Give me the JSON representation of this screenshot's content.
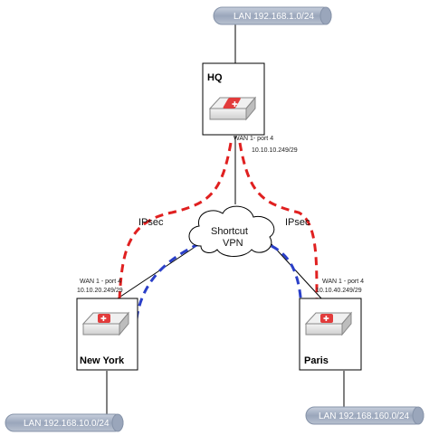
{
  "lans": {
    "hq": "LAN 192.168.1.0/24",
    "new_york": "LAN 192.168.10.0/24",
    "paris": "LAN 192.168.160.0/24"
  },
  "sites": {
    "hq": "HQ",
    "new_york": "New York",
    "paris": "Paris"
  },
  "wan": {
    "hq_port": "WAN 1- port 4",
    "hq_ip": "10.10.10.249/29",
    "ny_port": "WAN 1 - port 4",
    "ny_ip": "10.10.20.249/29",
    "paris_port": "WAN 1 - port 4",
    "paris_ip": "10.10.40.249/29"
  },
  "tunnels": {
    "ipsec_left": "IPsec",
    "ipsec_right": "IPsec"
  },
  "cloud": {
    "line1": "Shortcut",
    "line2": "VPN"
  },
  "colors": {
    "ipsec": "#e02020",
    "shortcut": "#2a3fc8",
    "lan_fill": "#a9b4c8",
    "device_logo": "#e23b3b"
  }
}
